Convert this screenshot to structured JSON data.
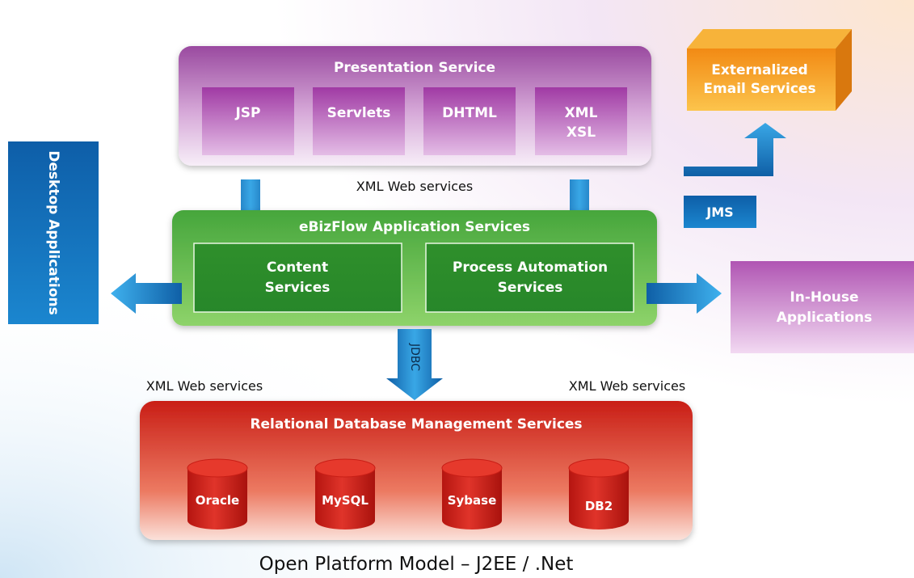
{
  "presentation": {
    "title": "Presentation Service",
    "items": [
      {
        "lines": [
          "JSP"
        ]
      },
      {
        "lines": [
          "Servlets"
        ]
      },
      {
        "lines": [
          "DHTML"
        ]
      },
      {
        "lines": [
          "XML",
          "XSL"
        ]
      }
    ]
  },
  "email_services": {
    "lines": [
      "Externalized",
      "Email Services"
    ]
  },
  "xml_web_services_top": "XML Web services",
  "jms_label": "JMS",
  "desktop_applications": "Desktop Applications",
  "ebizflow": {
    "title": "eBizFlow Application Services",
    "content": {
      "lines": [
        "Content",
        "Services"
      ]
    },
    "process": {
      "lines": [
        "Process Automation",
        "Services"
      ]
    }
  },
  "in_house": {
    "lines": [
      "In-House",
      "Applications"
    ]
  },
  "jdbc_label": "JDBC",
  "xml_web_services_left": "XML Web services",
  "xml_web_services_right": "XML Web services",
  "rdbms": {
    "title": "Relational Database Management Services",
    "databases": [
      {
        "name": "Oracle"
      },
      {
        "name": "MySQL"
      },
      {
        "name": "Sybase"
      },
      {
        "name": "DB2"
      }
    ]
  },
  "footer": "Open Platform Model – J2EE / .Net",
  "colors": {
    "purple": "#a24aa4",
    "green": "#3a9a3a",
    "red": "#d12a1e",
    "blue": "#1a6fb7",
    "orange": "#f39a1c"
  }
}
